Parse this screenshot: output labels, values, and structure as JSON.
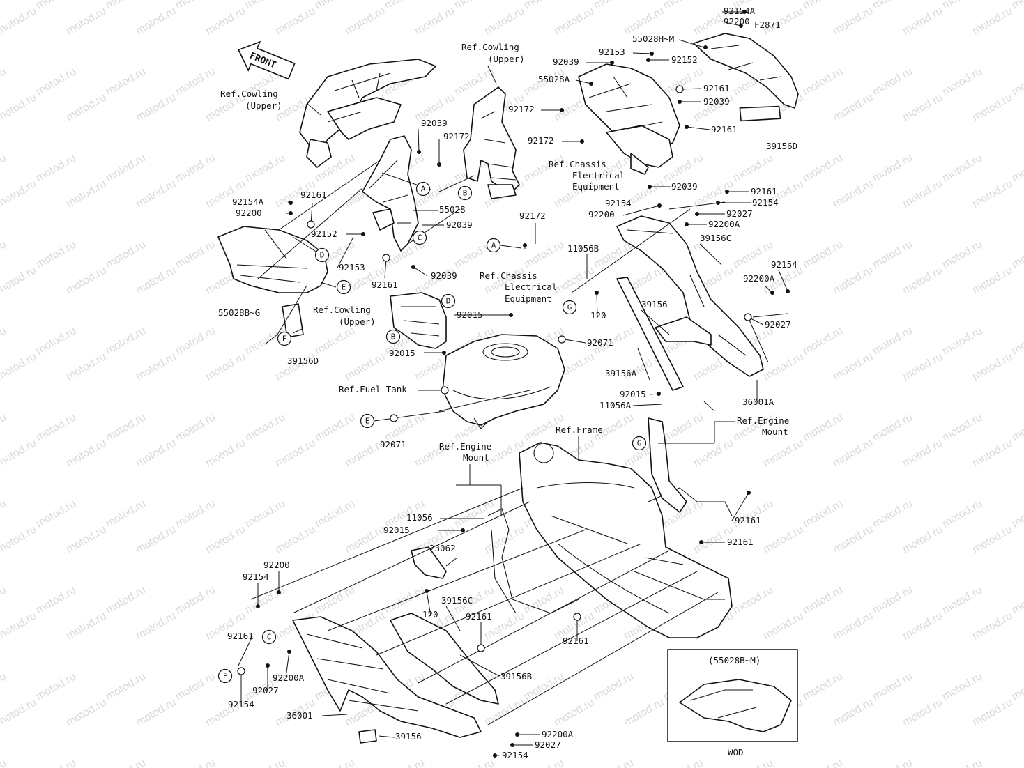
{
  "watermark": "motod.ru",
  "front_label": "FRONT",
  "figure_code": "F2871",
  "inset": {
    "title": "(55028B~M)",
    "caption": "WOD"
  },
  "labels": {
    "p92154A_top": "92154A",
    "p92200_top": "92200",
    "p55028HM": "55028H~M",
    "p92153_top": "92153",
    "p92039_a": "92039",
    "p92152_top": "92152",
    "p55028A": "55028A",
    "p92161_a": "92161",
    "p92172_a": "92172",
    "p92039_b": "92039",
    "p92161_b": "92161",
    "p92172_b": "92172",
    "p39156D_top": "39156D",
    "ref_chassis_1a": "Ref.Chassis",
    "ref_chassis_1b": "Electrical",
    "ref_chassis_1c": "Equipment",
    "p92039_c": "92039",
    "ref_cowl_1a": "Ref.Cowling",
    "ref_cowl_1b": "(Upper)",
    "ref_cowl_2a": "Ref.Cowling",
    "ref_cowl_2b": "(Upper)",
    "p92039_d": "92039",
    "p92172_c": "92172",
    "p92154A_l": "92154A",
    "p92161_l": "92161",
    "p92200_l": "92200",
    "p55028_l": "55028",
    "p92152_l": "92152",
    "p92039_e": "92039",
    "p92153_l": "92153",
    "p92161_m": "92161",
    "p92039_f": "92039",
    "p55028BG": "55028B~G",
    "p39156D_l": "39156D",
    "p92172_d": "92172",
    "ref_chassis_2a": "Ref.Chassis",
    "ref_chassis_2b": "Electrical",
    "ref_chassis_2c": "Equipment",
    "ref_cowl_3a": "Ref.Cowling",
    "ref_cowl_3b": "(Upper)",
    "p92015_a": "92015",
    "p92071_a": "92071",
    "p92015_b": "92015",
    "ref_fuel_tank": "Ref.Fuel Tank",
    "p92071_b": "92071",
    "p92161_r1": "92161",
    "p92154_r1": "92154",
    "p92200_r1": "92200",
    "p92154_r2": "92154",
    "p92027_r1": "92027",
    "p92200A_r1": "92200A",
    "p11056B": "11056B",
    "p39156C_r": "39156C",
    "p92154_r3": "92154",
    "p92200A_r2": "92200A",
    "p39156_r": "39156",
    "p120_r": "120",
    "p92027_r2": "92027",
    "p39156A": "39156A",
    "p36001A": "36001A",
    "p92015_c": "92015",
    "p11056A": "11056A",
    "ref_engine_1a": "Ref.Engine",
    "ref_engine_1b": "Mount",
    "ref_frame": "Ref.Frame",
    "ref_engine_2a": "Ref.Engine",
    "ref_engine_2b": "Mount",
    "p11056": "11056",
    "p92015_d": "92015",
    "p92161_fr1": "92161",
    "p92161_fr2": "92161",
    "p23062": "23062",
    "p92200_bl": "92200",
    "p92154_bl": "92154",
    "p39156C_b": "39156C",
    "p120_b": "120",
    "p92161_b1": "92161",
    "p92161_b2": "92161",
    "p92161_b3": "92161",
    "p92200A_b1": "92200A",
    "p92027_b1": "92027",
    "p92154_b1": "92154",
    "p39156B": "39156B",
    "p36001": "36001",
    "p39156_b": "39156",
    "p92200A_b2": "92200A",
    "p92027_b2": "92027",
    "p92154_b2": "92154"
  },
  "callouts": {
    "A1": "A",
    "B1": "B",
    "C1": "C",
    "D1": "D",
    "E1": "E",
    "F1": "F",
    "A2": "A",
    "B2": "B",
    "D2": "D",
    "E2": "E",
    "G1": "G",
    "G2": "G",
    "C2": "C",
    "F2": "F"
  }
}
